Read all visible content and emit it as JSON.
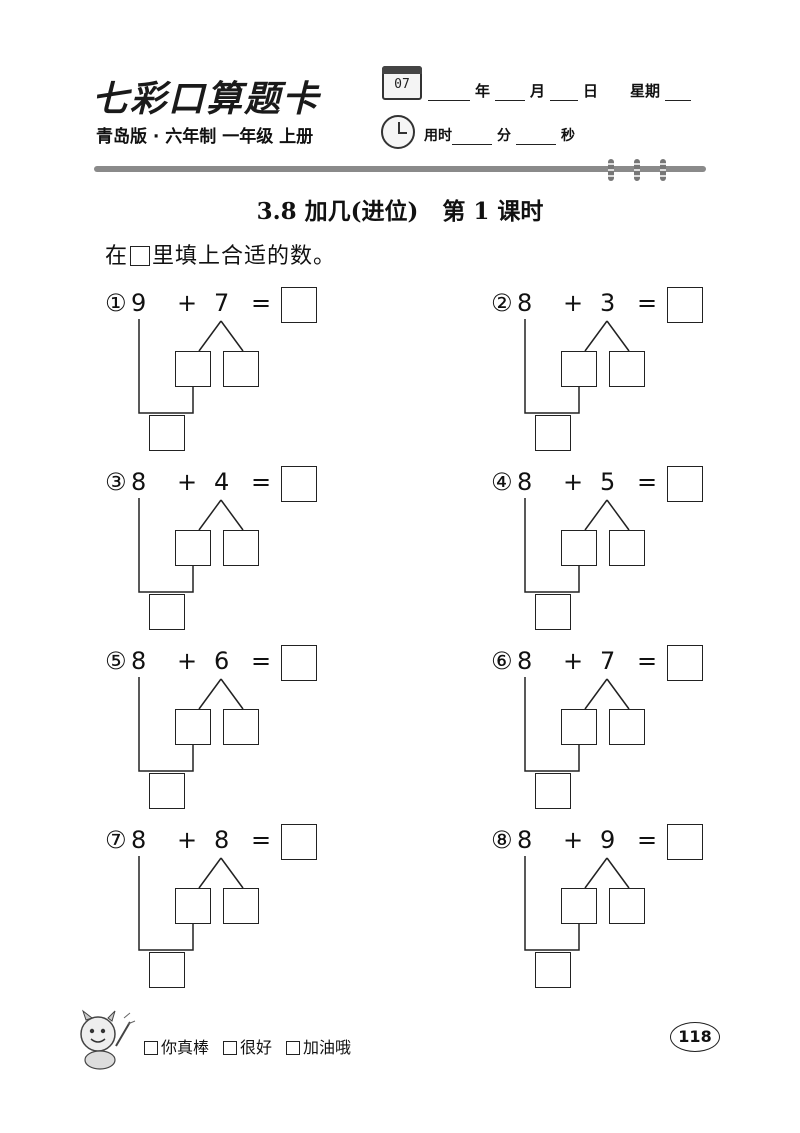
{
  "header": {
    "brand_title": "七彩口算题卡",
    "calendar_day": "07",
    "date_labels": {
      "year": "年",
      "month": "月",
      "day": "日",
      "weekday": "星期"
    },
    "edition": "青岛版 · 六年制  一年级  上册",
    "time_labels": {
      "used_time": "用时",
      "minutes": "分",
      "seconds": "秒"
    }
  },
  "lesson_title": "3.8 加几(进位)   第 1 课时",
  "instruction": {
    "before": "在",
    "after": "里填上合适的数。"
  },
  "problems": [
    {
      "label": "①",
      "a": "9",
      "op": "+",
      "b": "7",
      "eq": "="
    },
    {
      "label": "②",
      "a": "8",
      "op": "+",
      "b": "3",
      "eq": "="
    },
    {
      "label": "③",
      "a": "8",
      "op": "+",
      "b": "4",
      "eq": "="
    },
    {
      "label": "④",
      "a": "8",
      "op": "+",
      "b": "5",
      "eq": "="
    },
    {
      "label": "⑤",
      "a": "8",
      "op": "+",
      "b": "6",
      "eq": "="
    },
    {
      "label": "⑥",
      "a": "8",
      "op": "+",
      "b": "7",
      "eq": "="
    },
    {
      "label": "⑦",
      "a": "8",
      "op": "+",
      "b": "8",
      "eq": "="
    },
    {
      "label": "⑧",
      "a": "8",
      "op": "+",
      "b": "9",
      "eq": "="
    }
  ],
  "footer": {
    "ratings": [
      "你真棒",
      "很好",
      "加油哦"
    ],
    "page_number": "118"
  },
  "icons": {
    "calendar": "calendar-icon",
    "clock": "clock-icon",
    "mascot": "mascot-icon"
  }
}
